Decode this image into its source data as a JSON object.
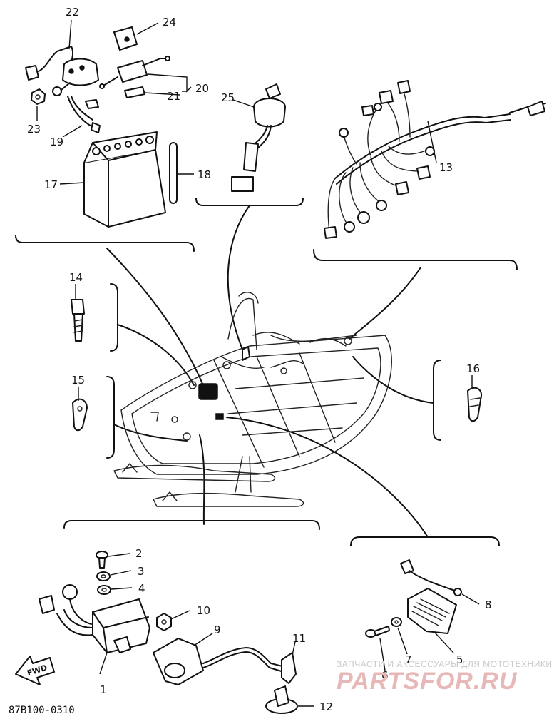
{
  "diagram": {
    "catalog_code": "87B100-0310",
    "fwd_label": "FWD",
    "part_numbers": [
      "1",
      "2",
      "3",
      "4",
      "5",
      "6",
      "7",
      "8",
      "9",
      "10",
      "11",
      "12",
      "13",
      "14",
      "15",
      "16",
      "17",
      "18",
      "19",
      "20",
      "21",
      "22",
      "23",
      "24",
      "25"
    ]
  },
  "watermark": {
    "tagline": "ЗАПЧАСТИ И АКСЕССУАРЫ ДЛЯ МОТОТЕХНИКИ",
    "brand": "PARTSFOR.RU",
    "color": "#d98c8c"
  }
}
